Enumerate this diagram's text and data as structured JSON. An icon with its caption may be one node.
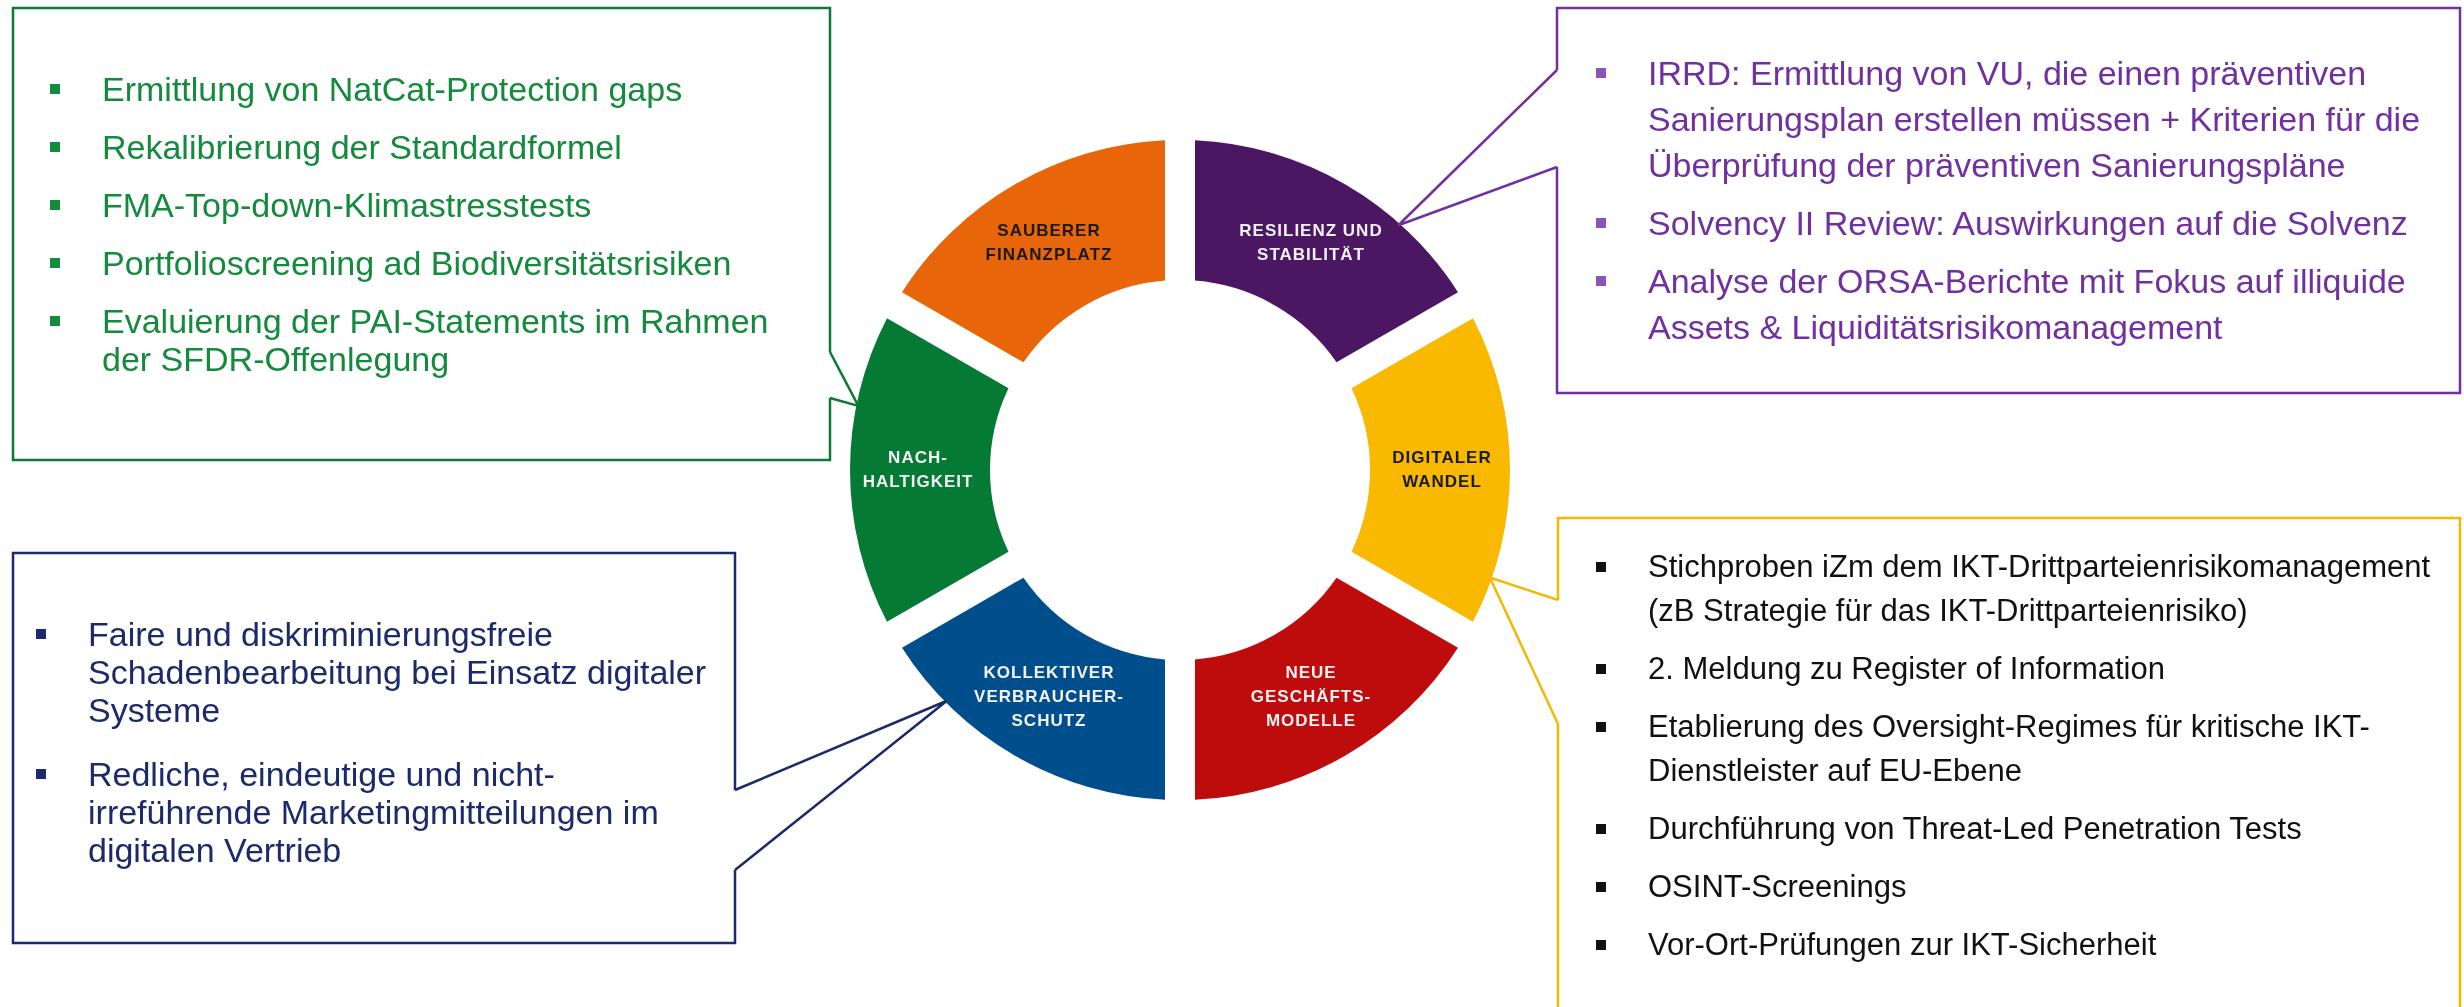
{
  "diagram": {
    "nodes": [
      {
        "text": [
          "Ermittlung von NatCat-Protection gaps",
          "Rekalibrierung der Standardformel",
          "FMA-Top-down-Klimastresstests",
          "Portfolioscreening ad Biodiversitätsrisiken",
          "Evaluierung der PAI-Statements im Rahmen der SFDR-Offenlegung"
        ]
      },
      {
        "text": [
          "IRRD: Ermittlung von VU, die einen präventiven Sanierungsplan erstellen müssen + Kriterien für die Überprüfung der präventiven Sanierungspläne",
          "Solvency II Review: Auswirkungen auf die Solvenz",
          "Analyse der ORSA-Berichte mit Fokus auf illiquide Assets & Liquiditätsrisikomanagement"
        ]
      },
      {
        "text": [
          "Faire und diskriminierungsfreie Schadenbearbeitung bei Einsatz digitaler Systeme",
          "Redliche, eindeutige und nicht-irreführende Marketingmitteilungen im digitalen Vertrieb"
        ]
      },
      {
        "text": [
          "Stichproben iZm dem IKT-Drittparteienrisikomanagement (zB Strategie für das IKT-Drittparteienrisiko)",
          "2. Meldung zu Register of Information",
          "Etablierung des Oversight-Regimes für kritische IKT-Dienstleister auf EU-Ebene",
          "Durchführung von Threat-Led Penetration Tests",
          "OSINT-Screenings",
          "Vor-Ort-Prüfungen zur IKT-Sicherheit"
        ]
      },
      {
        "text": [
          "SAUBERER FINANZPLATZ"
        ]
      },
      {
        "text": [
          "RESILIENZ UND STABILITÄT"
        ]
      },
      {
        "text": [
          "DIGITALER WANDEL"
        ]
      },
      {
        "text": [
          "NEUE GESCHÄFTS-MODELLE"
        ]
      },
      {
        "text": [
          "KOLLEKTIVER VERBRAUCHER-SCHUTZ"
        ]
      },
      {
        "text": [
          "NACH-HALTIGKEIT"
        ]
      }
    ],
    "edges": [
      {
        "from": 0,
        "to": 9,
        "arrow": "none",
        "color": "#0a7a35"
      },
      {
        "from": 1,
        "to": 5,
        "arrow": "none",
        "color": "#7030a0"
      },
      {
        "from": 2,
        "to": 8,
        "arrow": "none",
        "color": "#1b2a6b"
      },
      {
        "from": 3,
        "to": 6,
        "arrow": "none",
        "color": "#f5b800"
      }
    ]
  }
}
